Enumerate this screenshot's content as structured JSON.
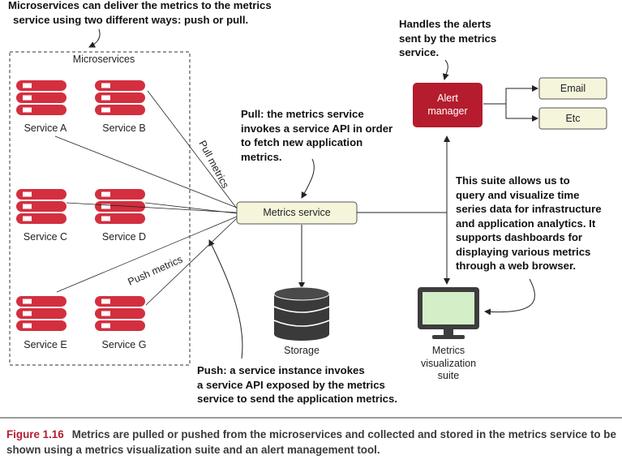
{
  "notes": {
    "top_left": [
      "Microservices can deliver the metrics to the metrics",
      "service using two different ways: push or pull."
    ],
    "alerts": [
      "Handles the alerts",
      "sent by the metrics",
      "service."
    ],
    "pull": [
      "Pull: the metrics service",
      "invokes a service API in order",
      "to fetch new application",
      "metrics."
    ],
    "suite": [
      "This suite allows us to",
      "query and visualize time",
      "series data for infrastructure",
      "and application analytics. It",
      "supports dashboards for",
      "displaying various metrics",
      "through a web browser."
    ],
    "push": [
      "Push: a service instance invokes",
      "a service API exposed by the metrics",
      "service to send the application metrics."
    ]
  },
  "group_label": "Microservices",
  "services": [
    "Service A",
    "Service B",
    "Service C",
    "Service D",
    "Service E",
    "Service G"
  ],
  "metrics_service": "Metrics service",
  "alert_manager": [
    "Alert",
    "manager"
  ],
  "email": "Email",
  "etc": "Etc",
  "storage": "Storage",
  "visualization": [
    "Metrics",
    "visualization",
    "suite"
  ],
  "edge_labels": {
    "pull": "Pull metrics",
    "push": "Push metrics"
  },
  "caption": {
    "figure": "Figure 1.16",
    "text": "Metrics are pulled or pushed from the microservices and collected and stored in the metrics service to be shown using a metrics visualization suite and an alert management tool."
  },
  "colors": {
    "server_red": "#d32f3f",
    "alert_red": "#b51c2e",
    "monitor_green": "#d4efc8",
    "box_fill": "#f5f5dc",
    "storage": "#3a3a3a",
    "caption_red": "#b51c2e"
  }
}
